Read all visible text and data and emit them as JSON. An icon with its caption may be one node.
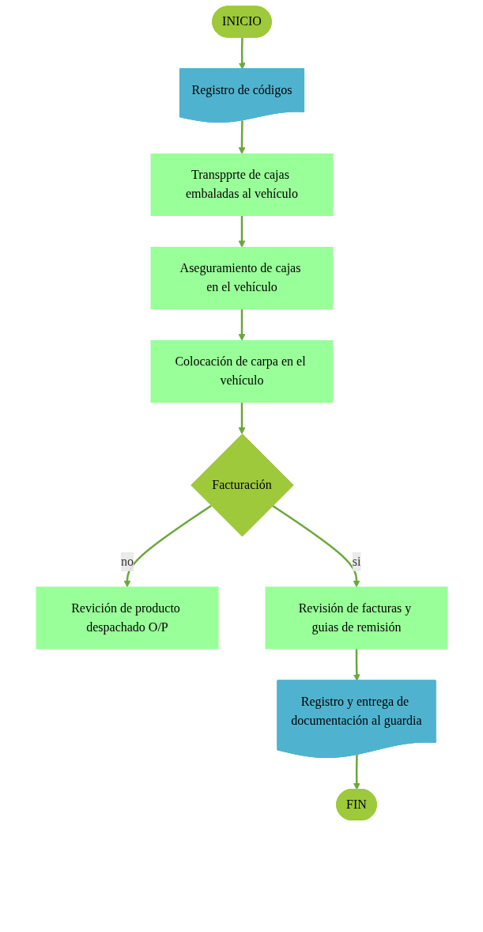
{
  "diagram": {
    "nodes": [
      {
        "text": [
          "INICIO"
        ]
      },
      {
        "text": [
          "Registro de códigos"
        ]
      },
      {
        "text": [
          "Transpprte de cajas embaladas al vehículo"
        ]
      },
      {
        "text": [
          "Aseguramiento de cajas en el vehículo"
        ]
      },
      {
        "text": [
          "Colocación de carpa en el vehículo"
        ]
      },
      {
        "text": [
          "Facturación"
        ]
      },
      {
        "text": [
          "Revición de producto despachado O/P"
        ]
      },
      {
        "text": [
          "Revisión de facturas y guias de remisión"
        ]
      },
      {
        "text": [
          "Registro y entrega de documentación al guardia"
        ]
      },
      {
        "text": [
          "FIN"
        ]
      }
    ],
    "edges": [
      {
        "from": 0,
        "to": 1,
        "arrow": "to"
      },
      {
        "from": 1,
        "to": 2,
        "arrow": "to"
      },
      {
        "from": 2,
        "to": 3,
        "arrow": "to"
      },
      {
        "from": 3,
        "to": 4,
        "arrow": "to"
      },
      {
        "from": 4,
        "to": 5,
        "arrow": "to"
      },
      {
        "from": 5,
        "to": 6,
        "label": "no",
        "arrow": "to"
      },
      {
        "from": 5,
        "to": 7,
        "label": "si",
        "arrow": "to"
      },
      {
        "from": 7,
        "to": 8,
        "arrow": "to"
      },
      {
        "from": 8,
        "to": 9,
        "arrow": "to"
      }
    ]
  }
}
